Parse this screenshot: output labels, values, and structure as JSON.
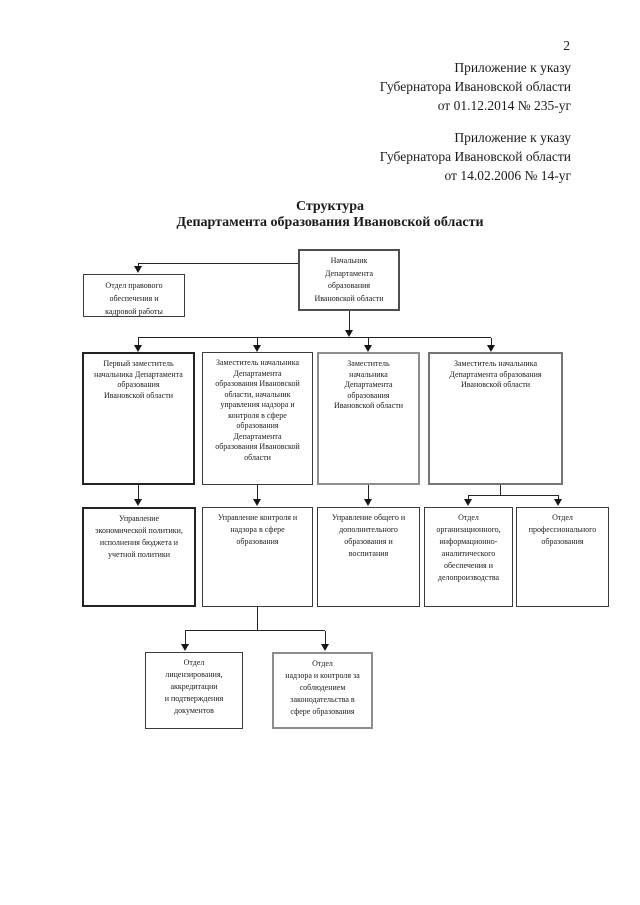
{
  "page": {
    "number": "2"
  },
  "colors": {
    "ink": "#1a1a1a",
    "paper": "#ffffff"
  },
  "header": {
    "annex_1": "Приложение к указу\nГубернатора Ивановской области\nот 01.12.2014 № 235-уг",
    "annex_2": "Приложение к указу\nГубернатора Ивановской области\nот 14.02.2006 № 14-уг",
    "title_line_1": "Структура",
    "title_line_2": "Департамента образования Ивановской области"
  },
  "org_chart": {
    "nodes": {
      "head": "Начальник\nДепартамента\nобразования\nИвановской области",
      "legal": "Отдел правового\nобеспечения и\nкадровой работы",
      "first_deputy": "Первый заместитель\nначальника Департамента\nобразования\nИвановской области",
      "deputy_supervision": "Заместитель начальника\nДепартамента\nобразования Ивановской\nобласти, начальник\nуправления надзора и\nконтроля в сфере\nобразования\nДепартамента\nобразования Ивановской\nобласти",
      "deputy_row2_3": "Заместитель\nначальника\nДепартамента\nобразования\nИвановской области",
      "deputy_row2_4": "Заместитель начальника\nДепартамента образования\nИвановской области",
      "economic": "Управление\nэкономической политики,\nисполнения бюджета и\nучетной политики",
      "control": "Управление контроля и\nнадзора в сфере\nобразования",
      "general_edu": "Управление общего и\nдополнительного\nобразования и\nвоспитания",
      "org_info": "Отдел\nорганизационного,\nинформационно-\nаналитического\nобеспечения и\nделопроизводства",
      "prof_edu": "Отдел\nпрофессионального\nобразования",
      "licensing": "Отдел\nлицензирования,\nаккредитации\nи подтверждения\nдокументов",
      "supervision": "Отдел\nнадзора и контроля за\nсоблюдением\nзаконодательства в\nсфере образования"
    }
  }
}
